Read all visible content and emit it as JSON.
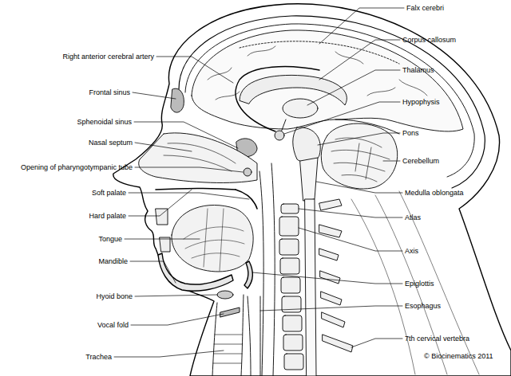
{
  "diagram": {
    "labels": [
      "Right anterior cerebral artery",
      "Frontal sinus",
      "Sphenoidal sinus",
      "Nasal septum",
      "Opening of pharyngotympanic tube",
      "Soft palate",
      "Hard palate",
      "Tongue",
      "Mandible",
      "Hyoid bone",
      "Vocal fold",
      "Trachea",
      "Falx cerebri",
      "Corpus callosum",
      "Thalamus",
      "Hypophysis",
      "Pons",
      "Cerebellum",
      "Medulla oblongata",
      "Atlas",
      "Axis",
      "Epiglottis",
      "Esophagus",
      "7th cervical vertebra",
      "© Biocinematics 2011"
    ]
  }
}
